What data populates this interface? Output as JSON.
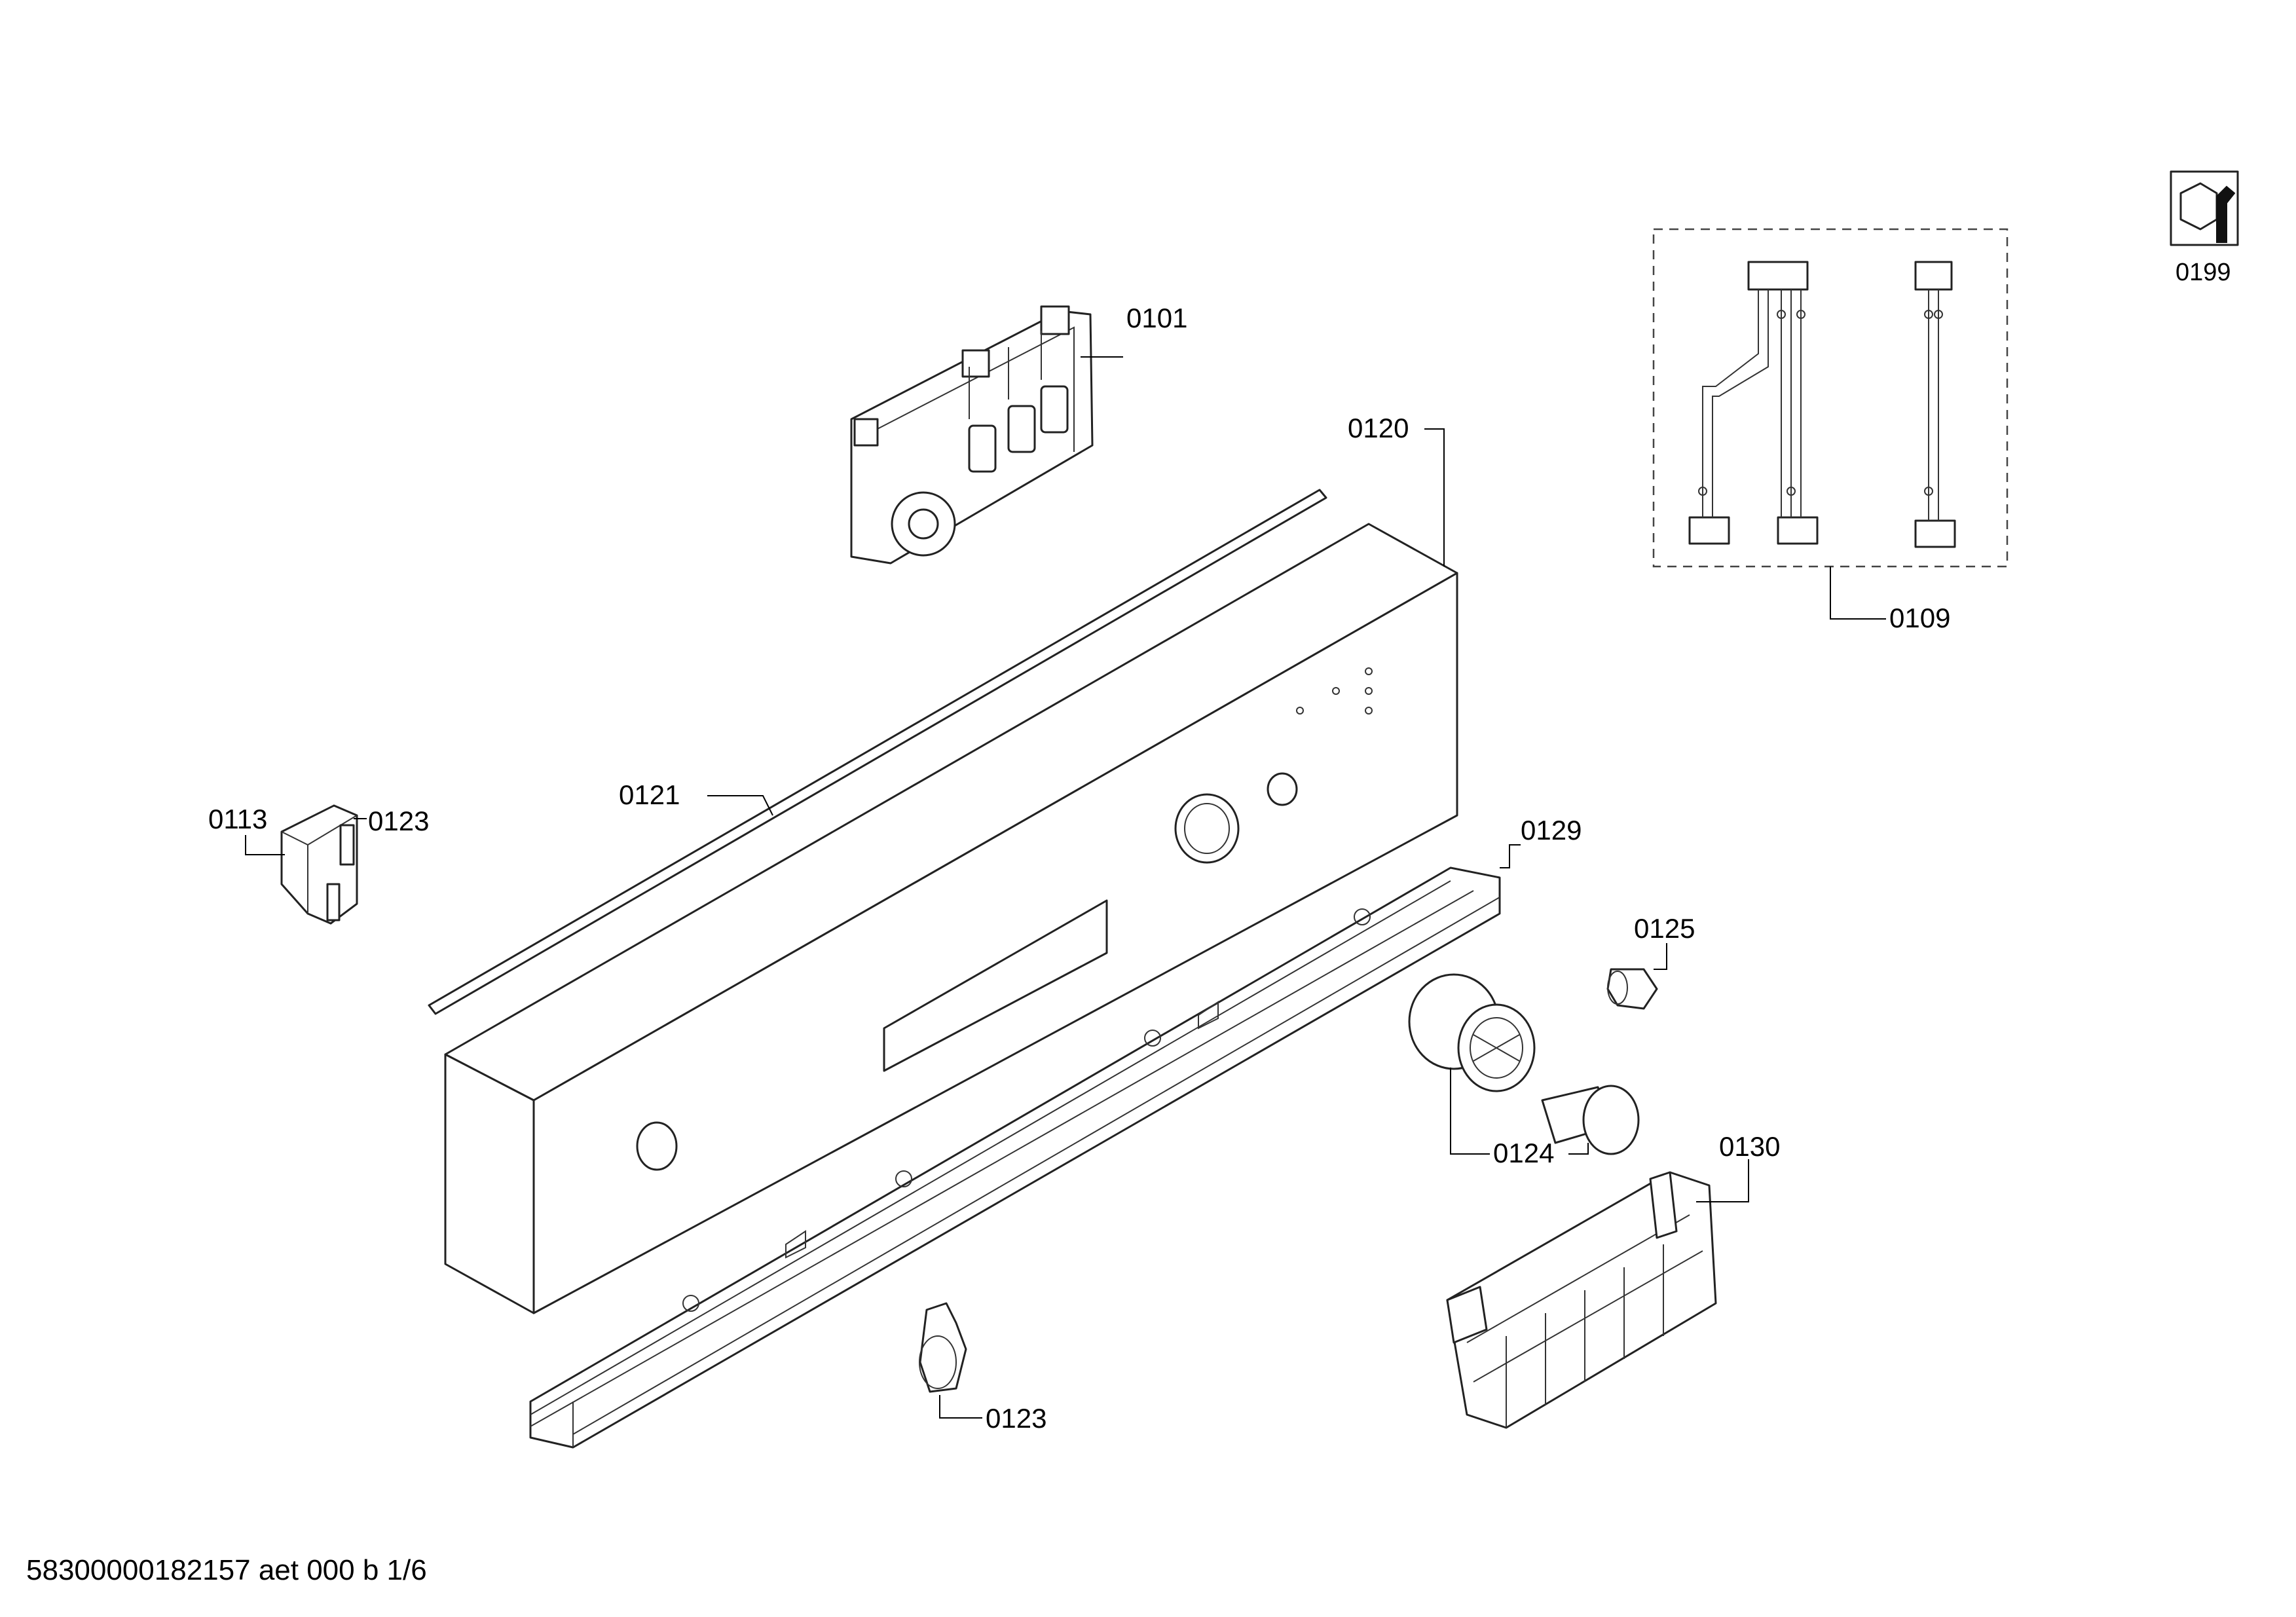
{
  "parts": {
    "p0101": "0101",
    "p0120": "0120",
    "p0121": "0121",
    "p0113": "0113",
    "p0123a": "0123",
    "p0129": "0129",
    "p0125": "0125",
    "p0124": "0124",
    "p0130": "0130",
    "p0123b": "0123",
    "p0109": "0109",
    "p0199": "0199"
  },
  "footer": "58300000182157 aet 000 b 1/6"
}
